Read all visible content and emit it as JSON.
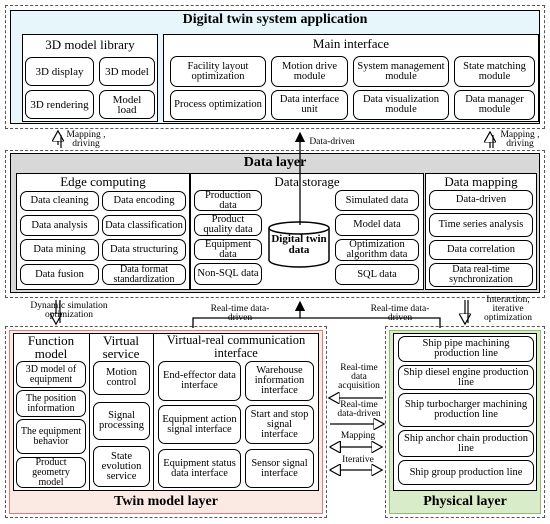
{
  "app_layer": {
    "title": "Digital twin  system application",
    "model_library": {
      "title": "3D model  library",
      "items": [
        "3D display",
        "3D model",
        "3D rendering",
        "Model load"
      ]
    },
    "main_interface": {
      "title": "Main interface",
      "items": [
        "Facility layout optimization",
        "Motion drive module",
        "System management module",
        "State matching module",
        "Process optimization",
        "Data interface unit",
        "Data visualization module",
        "Data manager module"
      ]
    }
  },
  "data_layer": {
    "title": "Data  layer",
    "edge": {
      "title": "Edge computing",
      "items": [
        "Data cleaning",
        "Data encoding",
        "Data analysis",
        "Data classification",
        "Data mining",
        "Data structuring",
        "Data fusion",
        "Data format standardization"
      ]
    },
    "storage": {
      "title": "Data storage",
      "left_items": [
        "Production data",
        "Product quality  data",
        "Equipment data",
        "Non-SQL data"
      ],
      "center": "Digital twin data",
      "right_items": [
        "Simulated data",
        "Model data",
        "Optimization algorithm data",
        "SQL data"
      ]
    },
    "mapping": {
      "title": "Data mapping",
      "items": [
        "Data-driven",
        "Time series analysis",
        "Data correlation",
        "Data real-time synchronization"
      ]
    }
  },
  "twin_layer": {
    "title": "Twin model layer",
    "function_model": {
      "title": "Function model",
      "items": [
        "3D model of equipment",
        "The position information",
        "The equipment behavior",
        "Product geometry model"
      ]
    },
    "virtual_service": {
      "title": "Virtual service",
      "items": [
        "Motion control",
        "Signal processing",
        "State evolution service"
      ]
    },
    "vr_interface": {
      "title": "Virtual-real communication interface",
      "items": [
        "End-effector data interface",
        "Warehouse information interface",
        "Equipment action signal interface",
        "Start and stop signal interface",
        "Equipment status data interface",
        "Sensor signal interface"
      ]
    }
  },
  "physical_layer": {
    "title": "Physical  layer",
    "items": [
      "Ship pipe machining production line",
      "Ship diesel engine production line",
      "Ship turbocharger machining production line",
      "Ship anchor chain production line",
      "Ship group production line"
    ]
  },
  "connectors": {
    "mapping_driving_left": "Mapping , driving",
    "data_driven_center": "Data-driven",
    "mapping_driving_right": "Mapping , driving",
    "dynamic_sim": "Dynamic simulation optimization",
    "realtime_driven_1": "Real-time data-driven",
    "realtime_driven_2": "Real-time data-driven",
    "interaction": "Interaction, iterative optimization",
    "rt_acquisition": "Real-time data acquisition",
    "rt_driven_3": "Real-time data-driven",
    "mapping": "Mapping",
    "iterative": "Iterative"
  },
  "colors": {
    "app_bg": "#e6f6fb",
    "data_bg": "#d8d8d8",
    "twin_bg": "#fbe9e4",
    "twin_border": "#e07b7b",
    "phys_bg": "#d9ecc9",
    "phys_border": "#8fbc6d"
  }
}
